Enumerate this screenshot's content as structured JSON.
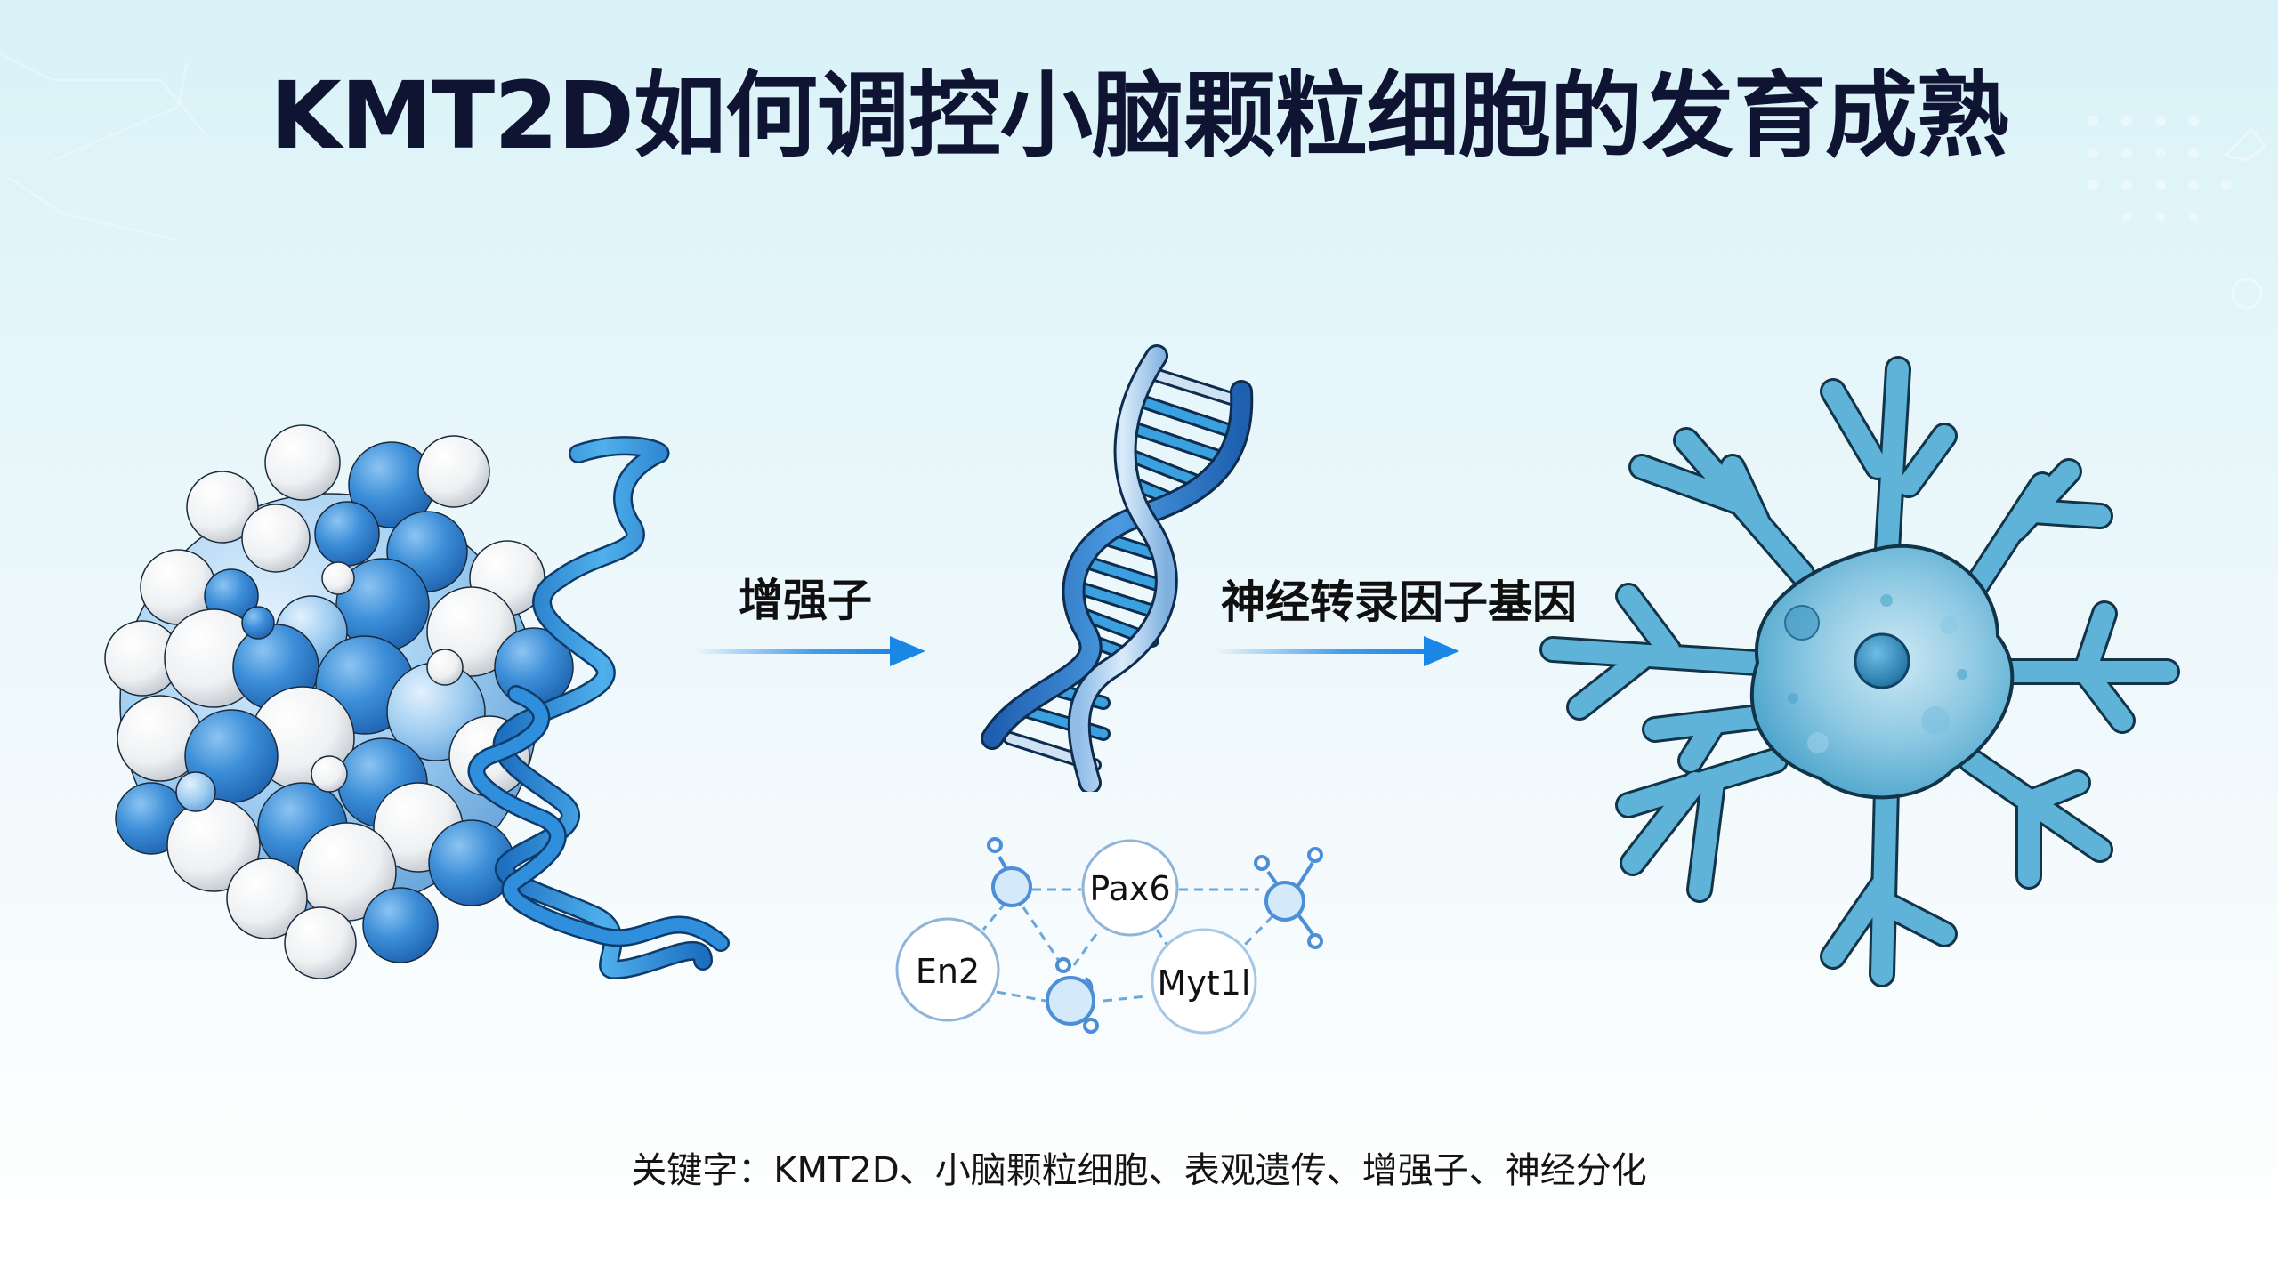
{
  "title": "KMT2D如何调控小脑颗粒细胞的发育成熟",
  "flow": {
    "step1": {
      "label": "增强子",
      "arrow": "right-arrow"
    },
    "step2": {
      "label": "神经转录因子基因",
      "arrow": "right-arrow"
    }
  },
  "illustrations": {
    "left": "chromatin-nucleosome-with-dna-helix",
    "middle": "dna-double-helix",
    "right": "granule-neuron-cell"
  },
  "tf_network": {
    "nodes": [
      "Pax6",
      "En2",
      "Myt1l"
    ]
  },
  "keywords": "关键字：KMT2D、小脑颗粒细胞、表观遗传、增强子、神经分化",
  "colors": {
    "title": "#0f1433",
    "arrow": "#1a86e6",
    "dna_blue": "#2f7fd0",
    "neuron_blue": "#4aa8d0",
    "background_top": "#d8f2f8",
    "background_bottom": "#ffffff"
  }
}
